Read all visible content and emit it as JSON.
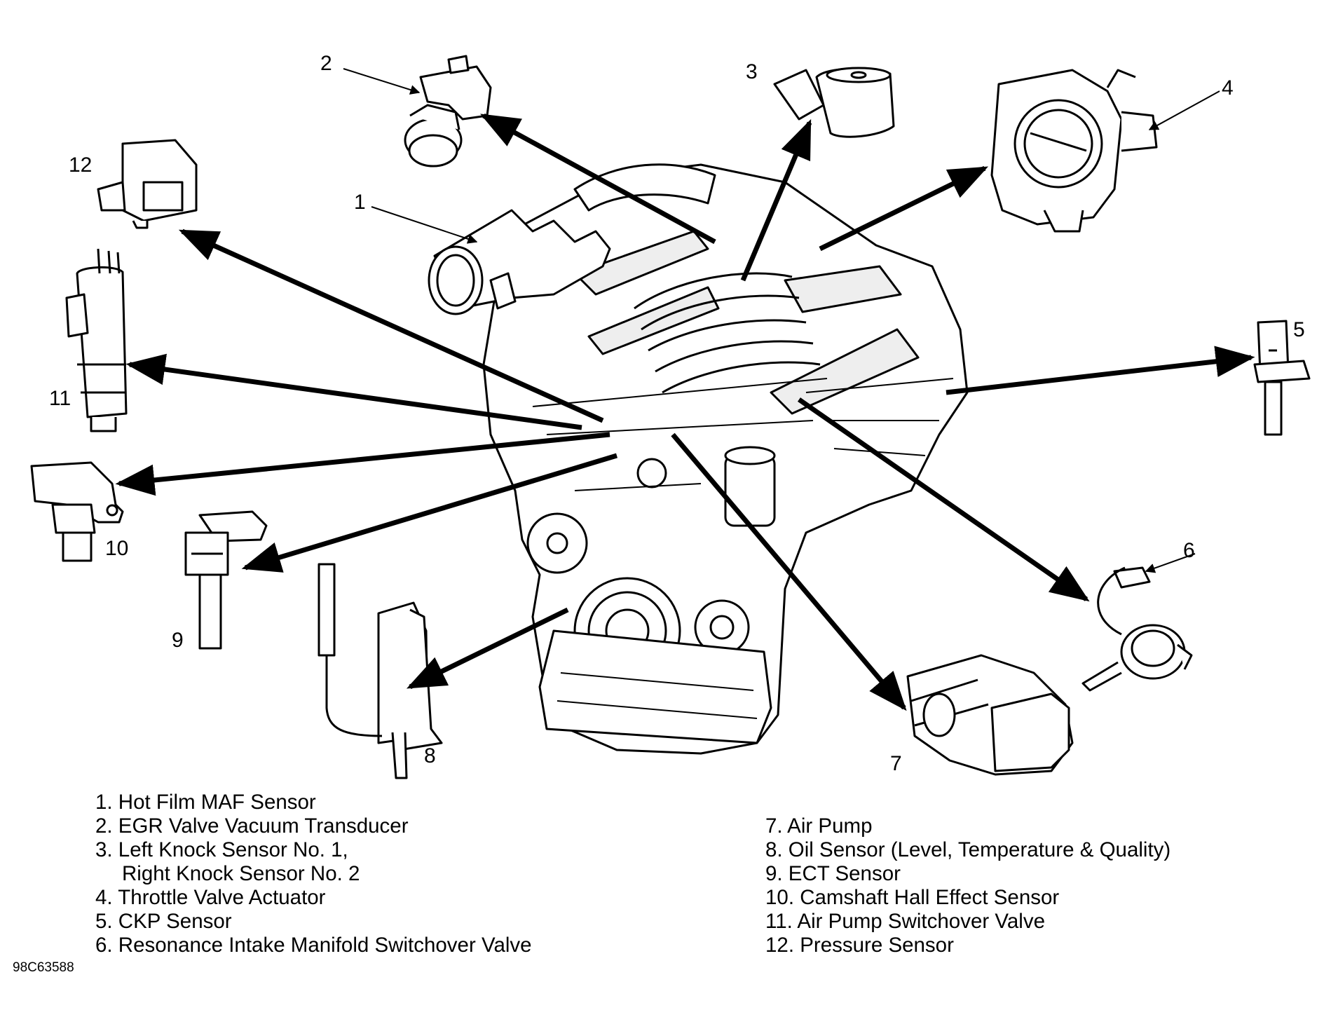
{
  "callouts": [
    "1",
    "2",
    "3",
    "4",
    "5",
    "6",
    "7",
    "8",
    "9",
    "10",
    "11",
    "12"
  ],
  "legend_left": [
    "1. Hot Film MAF Sensor",
    "2. EGR Valve Vacuum Transducer",
    "3. Left Knock Sensor No. 1,",
    "Right Knock Sensor No. 2",
    "4. Throttle Valve Actuator",
    "5. CKP Sensor",
    "6. Resonance Intake Manifold Switchover Valve"
  ],
  "legend_right": [
    "7. Air Pump",
    "8. Oil Sensor (Level, Temperature & Quality)",
    "9. ECT Sensor",
    "10. Camshaft Hall Effect Sensor",
    "11. Air Pump Switchover Valve",
    "12. Pressure Sensor"
  ],
  "figure_code": "98C63588"
}
